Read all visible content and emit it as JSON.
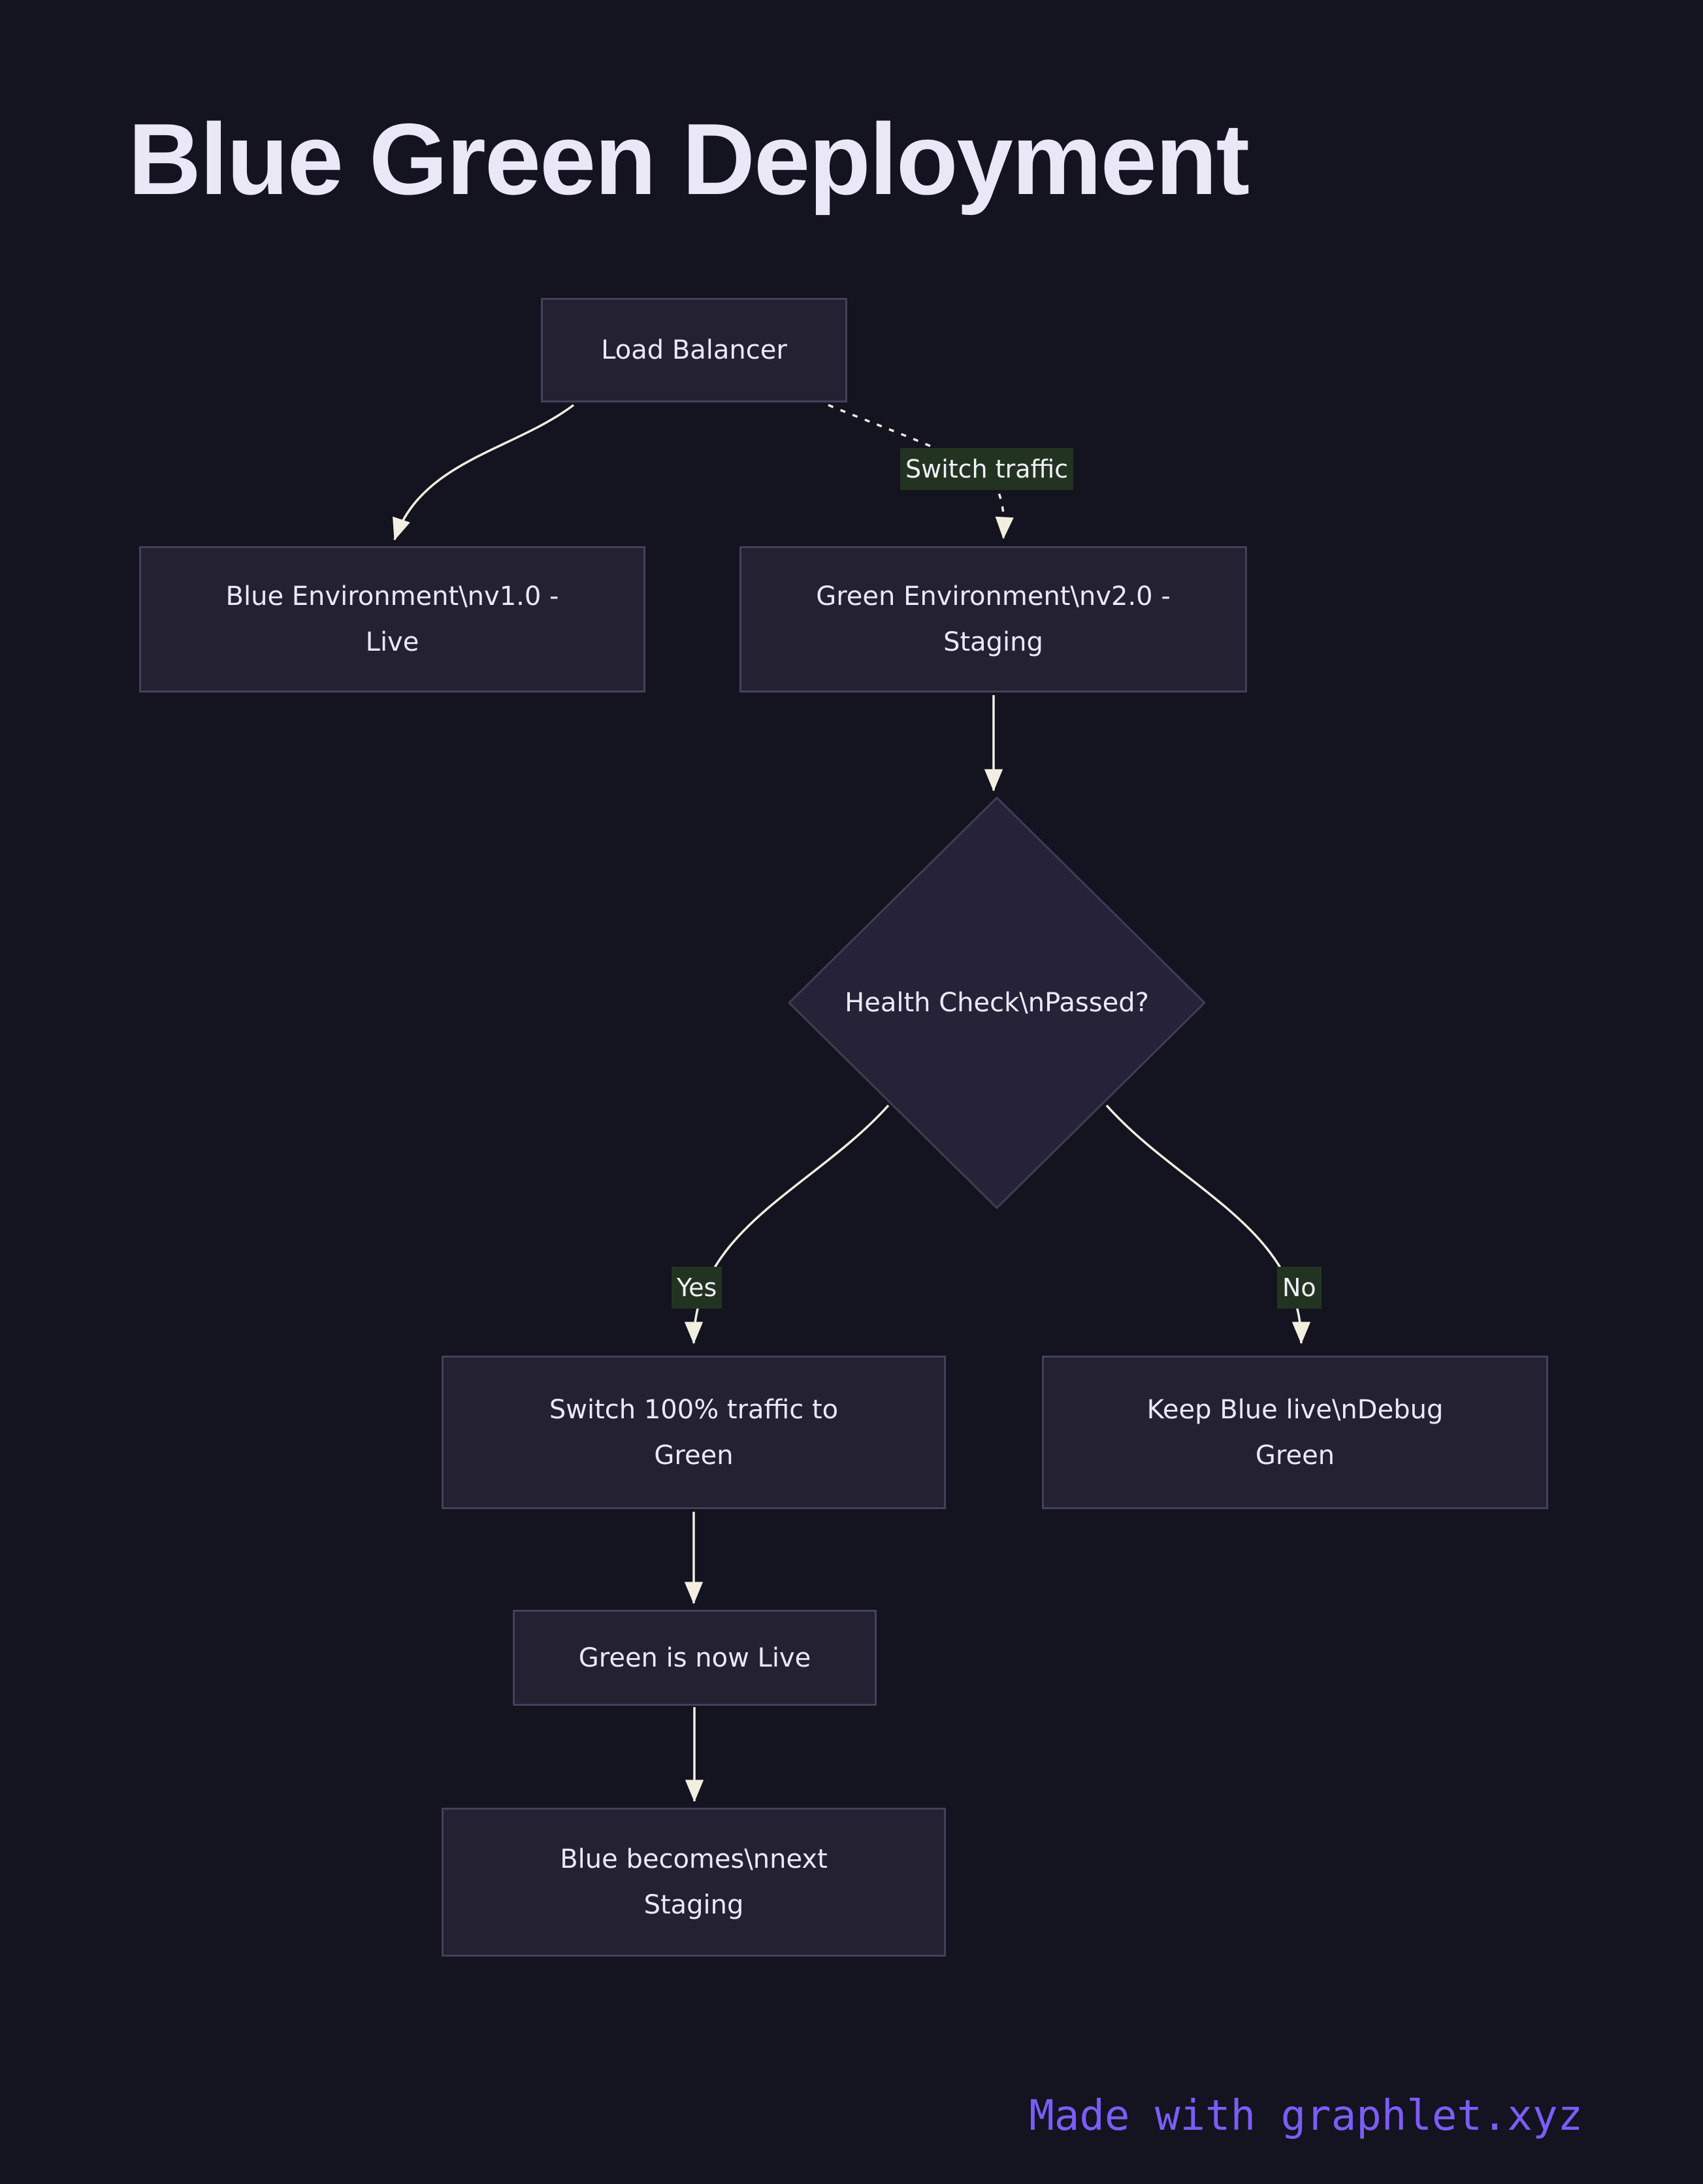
{
  "title": "Blue Green Deployment",
  "attribution": "Made with graphlet.xyz",
  "colors": {
    "background": "#141320",
    "node_fill": "#232132",
    "node_border": "#43415a",
    "diamond_fill": "#262339",
    "diamond_border": "#3f3d54",
    "text": "#ece9f7",
    "title": "#eae7f6",
    "edge": "#f2efe1",
    "edge_label_bg": "#223421",
    "edge_label_text": "#f2f0fa",
    "attribution": "#7b5dfa"
  },
  "nodes": {
    "load_balancer": {
      "label": [
        "Load Balancer"
      ]
    },
    "blue_env": {
      "label": [
        "Blue Environment\\nv1.0 -",
        "Live"
      ]
    },
    "green_env": {
      "label": [
        "Green Environment\\nv2.0 -",
        "Staging"
      ]
    },
    "health_check": {
      "label": [
        "Health Check\\nPassed?"
      ]
    },
    "switch_green": {
      "label": [
        "Switch 100% traffic to",
        "Green"
      ]
    },
    "keep_blue": {
      "label": [
        "Keep Blue live\\nDebug",
        "Green"
      ]
    },
    "green_live": {
      "label": [
        "Green is now Live"
      ]
    },
    "blue_staging": {
      "label": [
        "Blue becomes\\nnext",
        "Staging"
      ]
    }
  },
  "edge_labels": {
    "switch_traffic": "Switch traffic",
    "yes": "Yes",
    "no": "No"
  }
}
